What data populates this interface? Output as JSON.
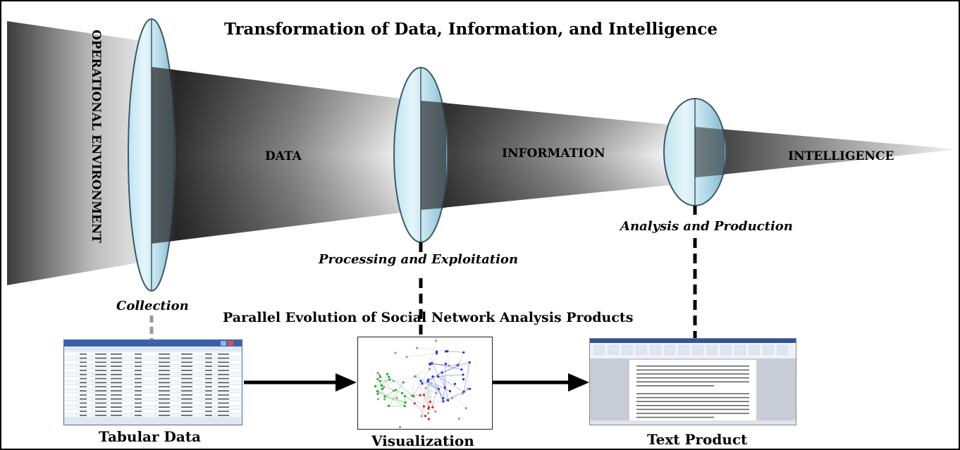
{
  "title": "Transformation of Data, Information, and Intelligence",
  "side_label": "OPERATIONAL ENVIRONMENT",
  "stages": {
    "data": "DATA",
    "information": "INFORMATION",
    "intelligence": "INTELLIGENCE"
  },
  "processes": {
    "collection": "Collection",
    "processing": "Processing and Exploitation",
    "analysis": "Analysis and Production"
  },
  "subtitle": "Parallel Evolution of Social Network Analysis Products",
  "products": {
    "tabular": "Tabular Data",
    "visualization": "Visualization",
    "text": "Text Product"
  },
  "colors": {
    "lens_light": "#d6eef6",
    "lens_mid": "#9cc9d9",
    "beam_dark": "#3a3a3a",
    "node_green": "#22aa22",
    "node_blue": "#2233cc",
    "node_red": "#dd2222",
    "node_gray": "#999999"
  }
}
